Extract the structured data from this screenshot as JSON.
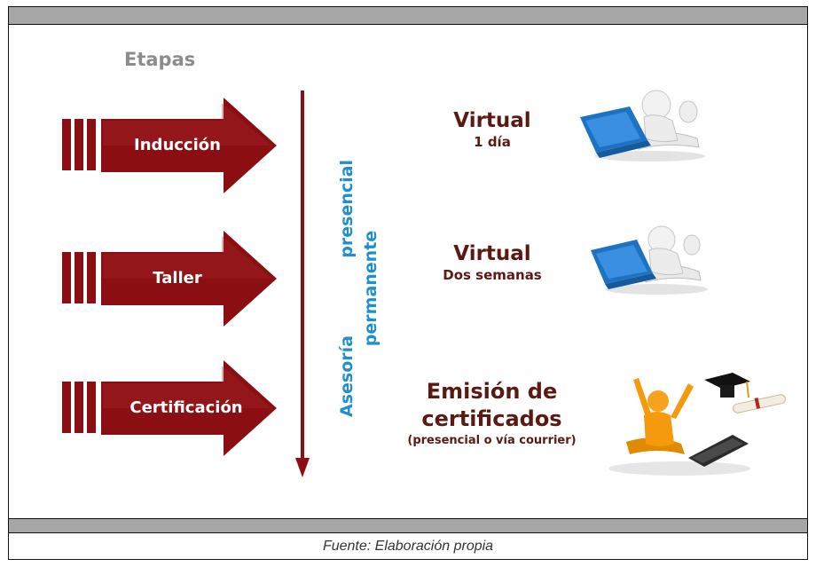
{
  "heading": "Etapas",
  "stages": [
    {
      "label": "Inducción"
    },
    {
      "label": "Taller"
    },
    {
      "label": "Certificación"
    }
  ],
  "timeline": {
    "label_line1_a": "Asesoría",
    "label_line1_b": "presencial",
    "label_line2": "permanente"
  },
  "modes": [
    {
      "title": "Virtual",
      "detail": "1 día"
    },
    {
      "title": "Virtual",
      "detail": "Dos semanas"
    },
    {
      "title": "Emisión de certificados",
      "detail": "(presencial o vía courrier)"
    }
  ],
  "source": "Fuente: Elaboración propia",
  "colors": {
    "arrow": "#8b0f12",
    "accent_text": "#5a1a12",
    "timeline_label": "#1f8fd0",
    "band": "#a6a6a6"
  },
  "icons": [
    "laptop-person-icon",
    "laptop-person-icon",
    "graduate-celebration-icon"
  ]
}
